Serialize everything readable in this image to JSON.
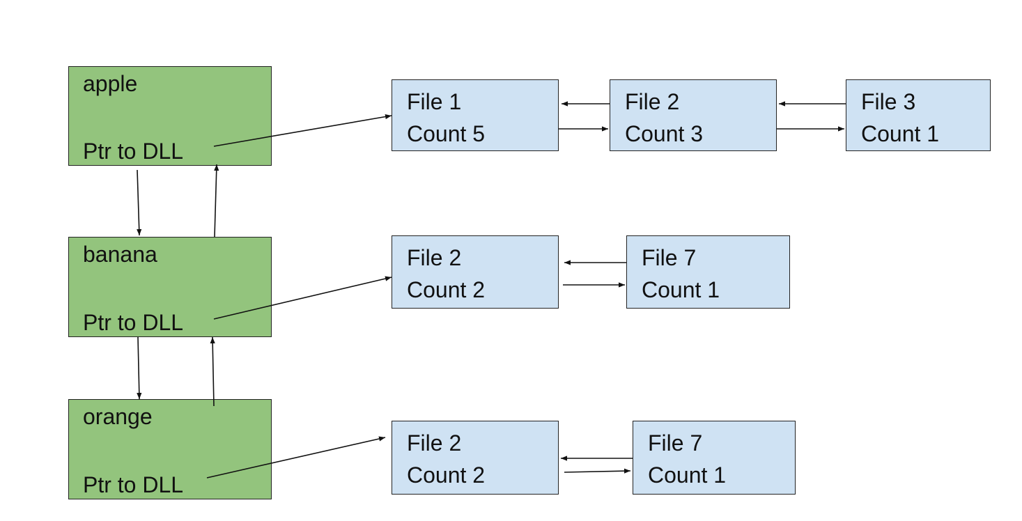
{
  "words": [
    {
      "word": "apple",
      "pointer_label": "Ptr to DLL"
    },
    {
      "word": "banana",
      "pointer_label": "Ptr to DLL"
    },
    {
      "word": "orange",
      "pointer_label": "Ptr to DLL"
    }
  ],
  "lists": [
    [
      {
        "file": "File 1",
        "count": "Count 5"
      },
      {
        "file": "File 2",
        "count": "Count 3"
      },
      {
        "file": "File 3",
        "count": "Count 1"
      }
    ],
    [
      {
        "file": "File 2",
        "count": "Count 2"
      },
      {
        "file": "File 7",
        "count": "Count 1"
      }
    ],
    [
      {
        "file": "File 2",
        "count": "Count 2"
      },
      {
        "file": "File 7",
        "count": "Count 1"
      }
    ]
  ],
  "colors": {
    "word_node_fill": "#93c47d",
    "file_node_fill": "#cfe2f3",
    "stroke": "#222222"
  }
}
